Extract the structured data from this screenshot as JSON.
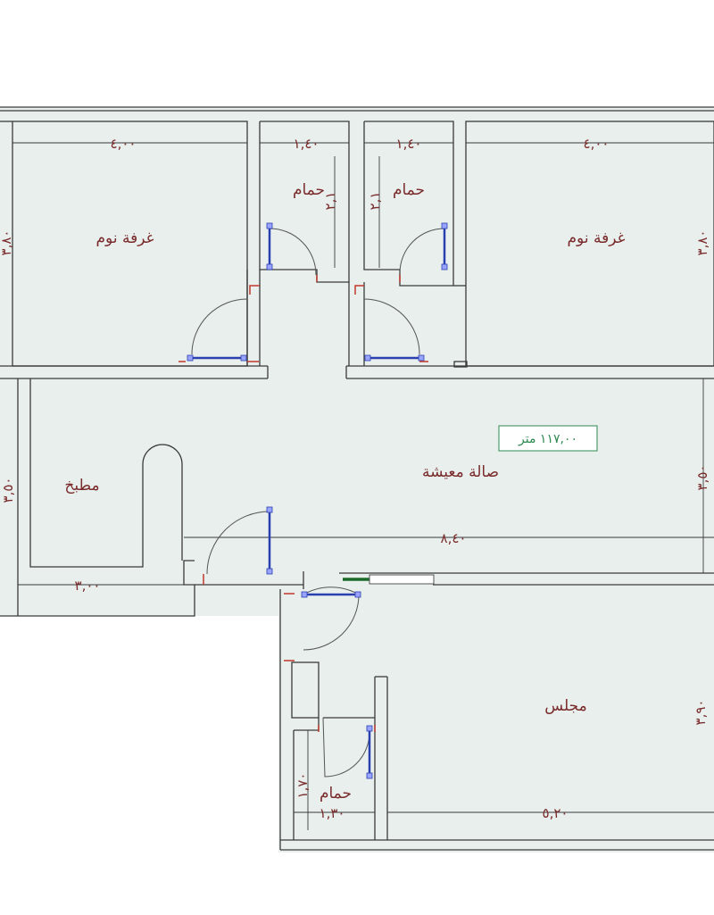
{
  "plan": {
    "area_badge": "١١٧,٠٠ متر",
    "rooms": {
      "bedroom_left": "غرفة نوم",
      "bedroom_right": "غرفة نوم",
      "bath_1": "حمام",
      "bath_2": "حمام",
      "kitchen": "مطبخ",
      "living": "صالة معيشة",
      "majlis": "مجلس",
      "bath_3": "حمام"
    },
    "dimensions": {
      "bed_left_width": "٤,٠٠",
      "bed_right_width": "٤,٠٠",
      "bath_1_width": "١,٤٠",
      "bath_2_width": "١,٤٠",
      "bath_1_height": "٢,١",
      "bath_2_height": "٢,١",
      "bed_left_height": "٣,٨٠",
      "bed_right_height": "٣,٨٠",
      "kitchen_height": "٣,٥٠",
      "living_right_height": "٣,٥٠",
      "living_width": "٨,٤٠",
      "kitchen_width": "٣,٠٠",
      "majlis_height": "٣,٩٠",
      "majlis_width": "٥,٢٠",
      "bath_3_width": "١,٣٠",
      "bath_3_height": "١,٧٠"
    },
    "colors": {
      "floor": "#e8efed",
      "wall": "#3a3a3a",
      "label": "#7a2b2b",
      "window": "#2a3fb0",
      "area_badge": "#2f8a52"
    }
  }
}
